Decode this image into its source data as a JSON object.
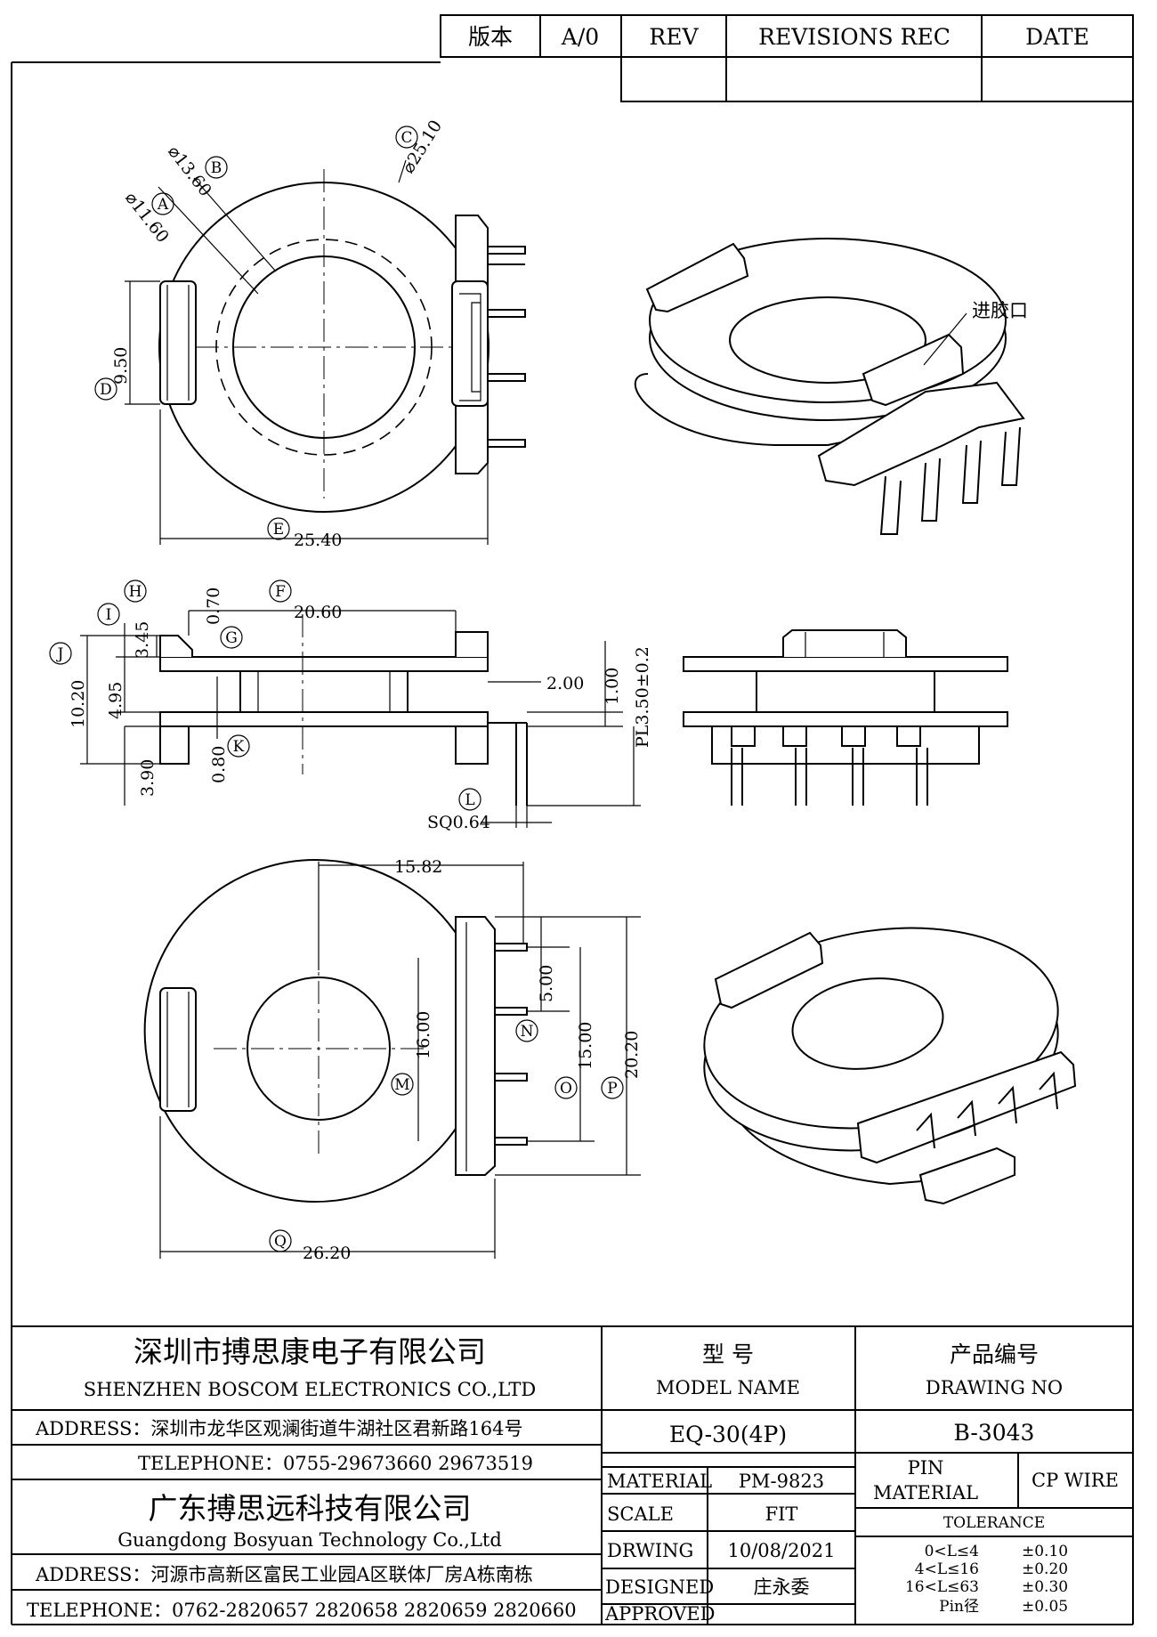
{
  "revision_block": {
    "version_label": "版本",
    "version_value": "A/0",
    "rev": "REV",
    "revisions_rec": "REVISIONS REC",
    "date": "DATE"
  },
  "top_view": {
    "dim_a": "⌀11.60",
    "mark_a": "A",
    "dim_b": "⌀13.60",
    "mark_b": "B",
    "dim_c": "⌀25.10",
    "mark_c": "C",
    "dim_d": "9.50",
    "mark_d": "D",
    "dim_e": "25.40",
    "mark_e": "E"
  },
  "front_view": {
    "dim_f": "20.60",
    "mark_f": "F",
    "dim_g": "0.70",
    "mark_g": "G",
    "dim_h": "3.45",
    "mark_h": "H",
    "dim_i": "4.95",
    "mark_i": "I",
    "dim_j": "10.20",
    "mark_j": "J",
    "dim_k": "0.80",
    "mark_k": "K",
    "dim_l": "SQ0.64",
    "mark_l": "L",
    "dim_2": "2.00",
    "dim_1": "1.00",
    "dim_pl": "PL3.50±0.2",
    "dim_390": "3.90"
  },
  "iso_note": "进胶口",
  "bottom_view": {
    "dim_1582": "15.82",
    "dim_m": "16.00",
    "mark_m": "M",
    "dim_n": "5.00",
    "mark_n": "N",
    "dim_o": "15.00",
    "mark_o": "O",
    "dim_p": "20.20",
    "mark_p": "P",
    "dim_q": "26.20",
    "mark_q": "Q"
  },
  "title_block": {
    "company_cn": "深圳市搏思康电子有限公司",
    "company_en": "SHENZHEN BOSCOM ELECTRONICS CO.,LTD",
    "address1": "ADDRESS：深圳市龙华区观澜街道牛湖社区君新路164号",
    "telephone1": "TELEPHONE：0755-29673660 29673519",
    "company2_cn": "广东搏思远科技有限公司",
    "company2_en": "Guangdong Bosyuan Technology Co.,Ltd",
    "address2": "ADDRESS：河源市高新区富民工业园A区联体厂房A栋南栋",
    "telephone2": "TELEPHONE：0762-2820657 2820658 2820659 2820660",
    "model_cn": "型    号",
    "model_en": "MODEL NAME",
    "model_value": "EQ-30(4P)",
    "drawing_cn": "产品编号",
    "drawing_en": "DRAWING NO",
    "drawing_value": "B-3043",
    "material_label": "MATERIAL",
    "material_value": "PM-9823",
    "scale_label": "SCALE",
    "scale_value": "FIT",
    "drawing_label": "DRWING",
    "drawing_date": "10/08/2021",
    "designed_label": "DESIGNED",
    "designed_value": "庄永委",
    "approved_label": "APPROVED",
    "pin_label": "PIN",
    "pin_material_label": "MATERIAL",
    "pin_material_value": "CP WIRE",
    "tolerance_label": "TOLERANCE",
    "tol1_range": "0<L≤4",
    "tol1_value": "±0.10",
    "tol2_range": "4<L≤16",
    "tol2_value": "±0.20",
    "tol3_range": "16<L≤63",
    "tol3_value": "±0.30",
    "tol4_range": "Pin径",
    "tol4_value": "±0.05"
  }
}
